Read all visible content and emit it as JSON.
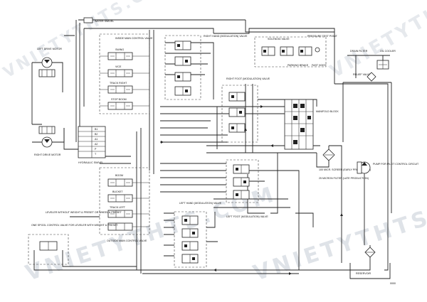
{
  "watermark": "VNIETYTHTS.COM",
  "labels": {
    "water_swivel": "WATER SWIVEL",
    "left_drive_motor": "LEFT DRIVE MOTOR",
    "right_drive_motor": "RIGHT DRIVE MOTOR",
    "hydraulic_swivel": "HYDRAULIC SWIVEL",
    "inside_main_control_valve": "INSIDE MAIN CONTROL VALVE",
    "swing": "SWING",
    "vice": "VICE",
    "track_right": "TRACK RIGHT",
    "stop_boom": "STOP BOOM",
    "right_hand_modulation_valve": "RIGHT HAND (MODULATION) VALVE",
    "solenoid_valve": "SOLENOID VALVE",
    "pressure_test_point": "PRESSURE TEST POINT",
    "parking_brake": "PARKING BRAKE",
    "fast_hoist": "FAST HOIST",
    "right_foot_modulation_valve": "RIGHT FOOT (MODULATION) VALVE",
    "manifold_block": "MANIFOLD BLOCK",
    "drain_filter": "DRAIN FILTER",
    "oil_cooler": "OIL COOLER",
    "relief_valve": "RELIEF VALVE",
    "main_screen": "100 MICR. SCREEN (EARLY PRODUCTION)",
    "fine_filter": "25 MICRON FILTER (LATE PRODUCTION)",
    "pilot_pump": "PUMP FOR PILOT CONTROL CIRCUIT",
    "boom": "BOOM",
    "bucket": "BUCKET",
    "track_left": "TRACK LEFT",
    "outside_main_control_valve": "OUTSIDE MAIN CONTROL VALVE",
    "left_hand_modulation_valve": "LEFT HAND (MODULATION) VALVE",
    "left_foot_modulation_valve": "LEFT FOOT (MODULATION) VALVE",
    "leveler_note": "LEVELER WITHOUT WEIGHT & PRESET OR WHEEL & PRESET",
    "control_valve_note": "ONE SPOOL CONTROL VALVE FOR LEVELER WITH WEIGHT & PRESET",
    "reservoir": "RESERVOIR",
    "figure_id": "0000"
  },
  "port_labels": [
    "B1",
    "B2",
    "A1",
    "A2",
    "P",
    "T"
  ],
  "colors": {
    "line": "#222222",
    "watermark": "#d8dde3"
  }
}
